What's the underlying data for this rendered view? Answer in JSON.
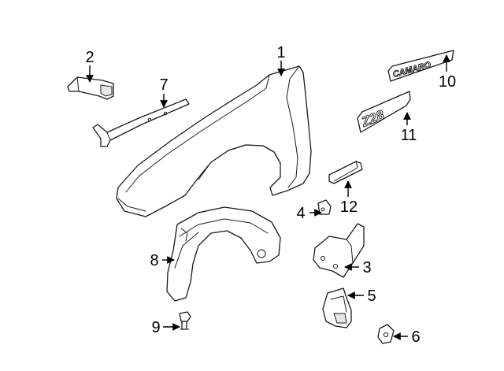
{
  "callouts": [
    {
      "id": "1",
      "label": "1"
    },
    {
      "id": "2",
      "label": "2"
    },
    {
      "id": "3",
      "label": "3"
    },
    {
      "id": "4",
      "label": "4"
    },
    {
      "id": "5",
      "label": "5"
    },
    {
      "id": "6",
      "label": "6"
    },
    {
      "id": "7",
      "label": "7"
    },
    {
      "id": "8",
      "label": "8"
    },
    {
      "id": "9",
      "label": "9"
    },
    {
      "id": "10",
      "label": "10"
    },
    {
      "id": "11",
      "label": "11"
    },
    {
      "id": "12",
      "label": "12"
    }
  ],
  "emblems": {
    "nameplate_text": "CAMARO",
    "badge_text": "Z28"
  }
}
